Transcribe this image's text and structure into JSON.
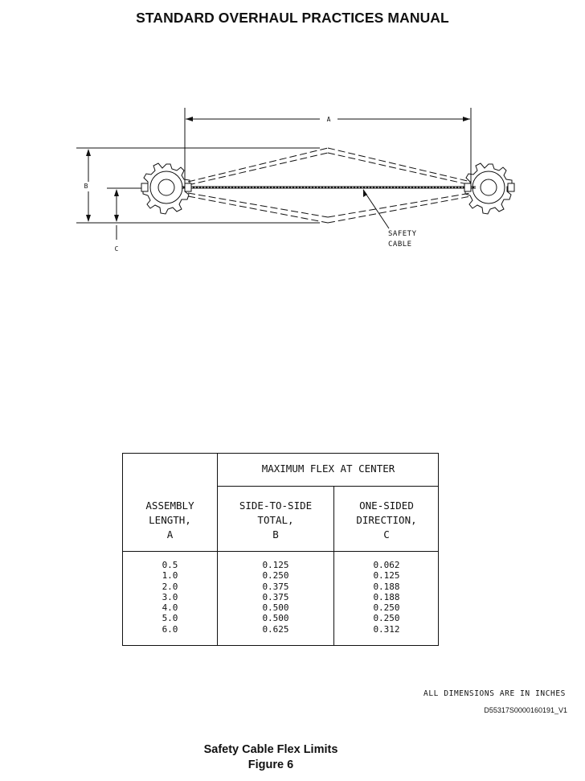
{
  "header": {
    "title": "STANDARD OVERHAUL PRACTICES MANUAL"
  },
  "diagram": {
    "labels": {
      "a": "A",
      "b": "B",
      "c": "C"
    },
    "callout": {
      "line1": "SAFETY",
      "line2": "CABLE"
    }
  },
  "table": {
    "group_header": "MAXIMUM FLEX AT CENTER",
    "columns": [
      {
        "lines": [
          "ASSEMBLY",
          "LENGTH,",
          "A"
        ]
      },
      {
        "lines": [
          "SIDE-TO-SIDE",
          "TOTAL,",
          "B"
        ]
      },
      {
        "lines": [
          "ONE-SIDED",
          "DIRECTION,",
          "C"
        ]
      }
    ],
    "rows": [
      [
        "0.5",
        "0.125",
        "0.062"
      ],
      [
        "1.0",
        "0.250",
        "0.125"
      ],
      [
        "2.0",
        "0.375",
        "0.188"
      ],
      [
        "3.0",
        "0.375",
        "0.188"
      ],
      [
        "4.0",
        "0.500",
        "0.250"
      ],
      [
        "5.0",
        "0.500",
        "0.250"
      ],
      [
        "6.0",
        "0.625",
        "0.312"
      ]
    ]
  },
  "footer": {
    "note": "ALL DIMENSIONS ARE IN INCHES",
    "doc_id": "D55317S0000160191_V1",
    "caption_title": "Safety Cable Flex Limits",
    "caption_figure": "Figure 6"
  }
}
